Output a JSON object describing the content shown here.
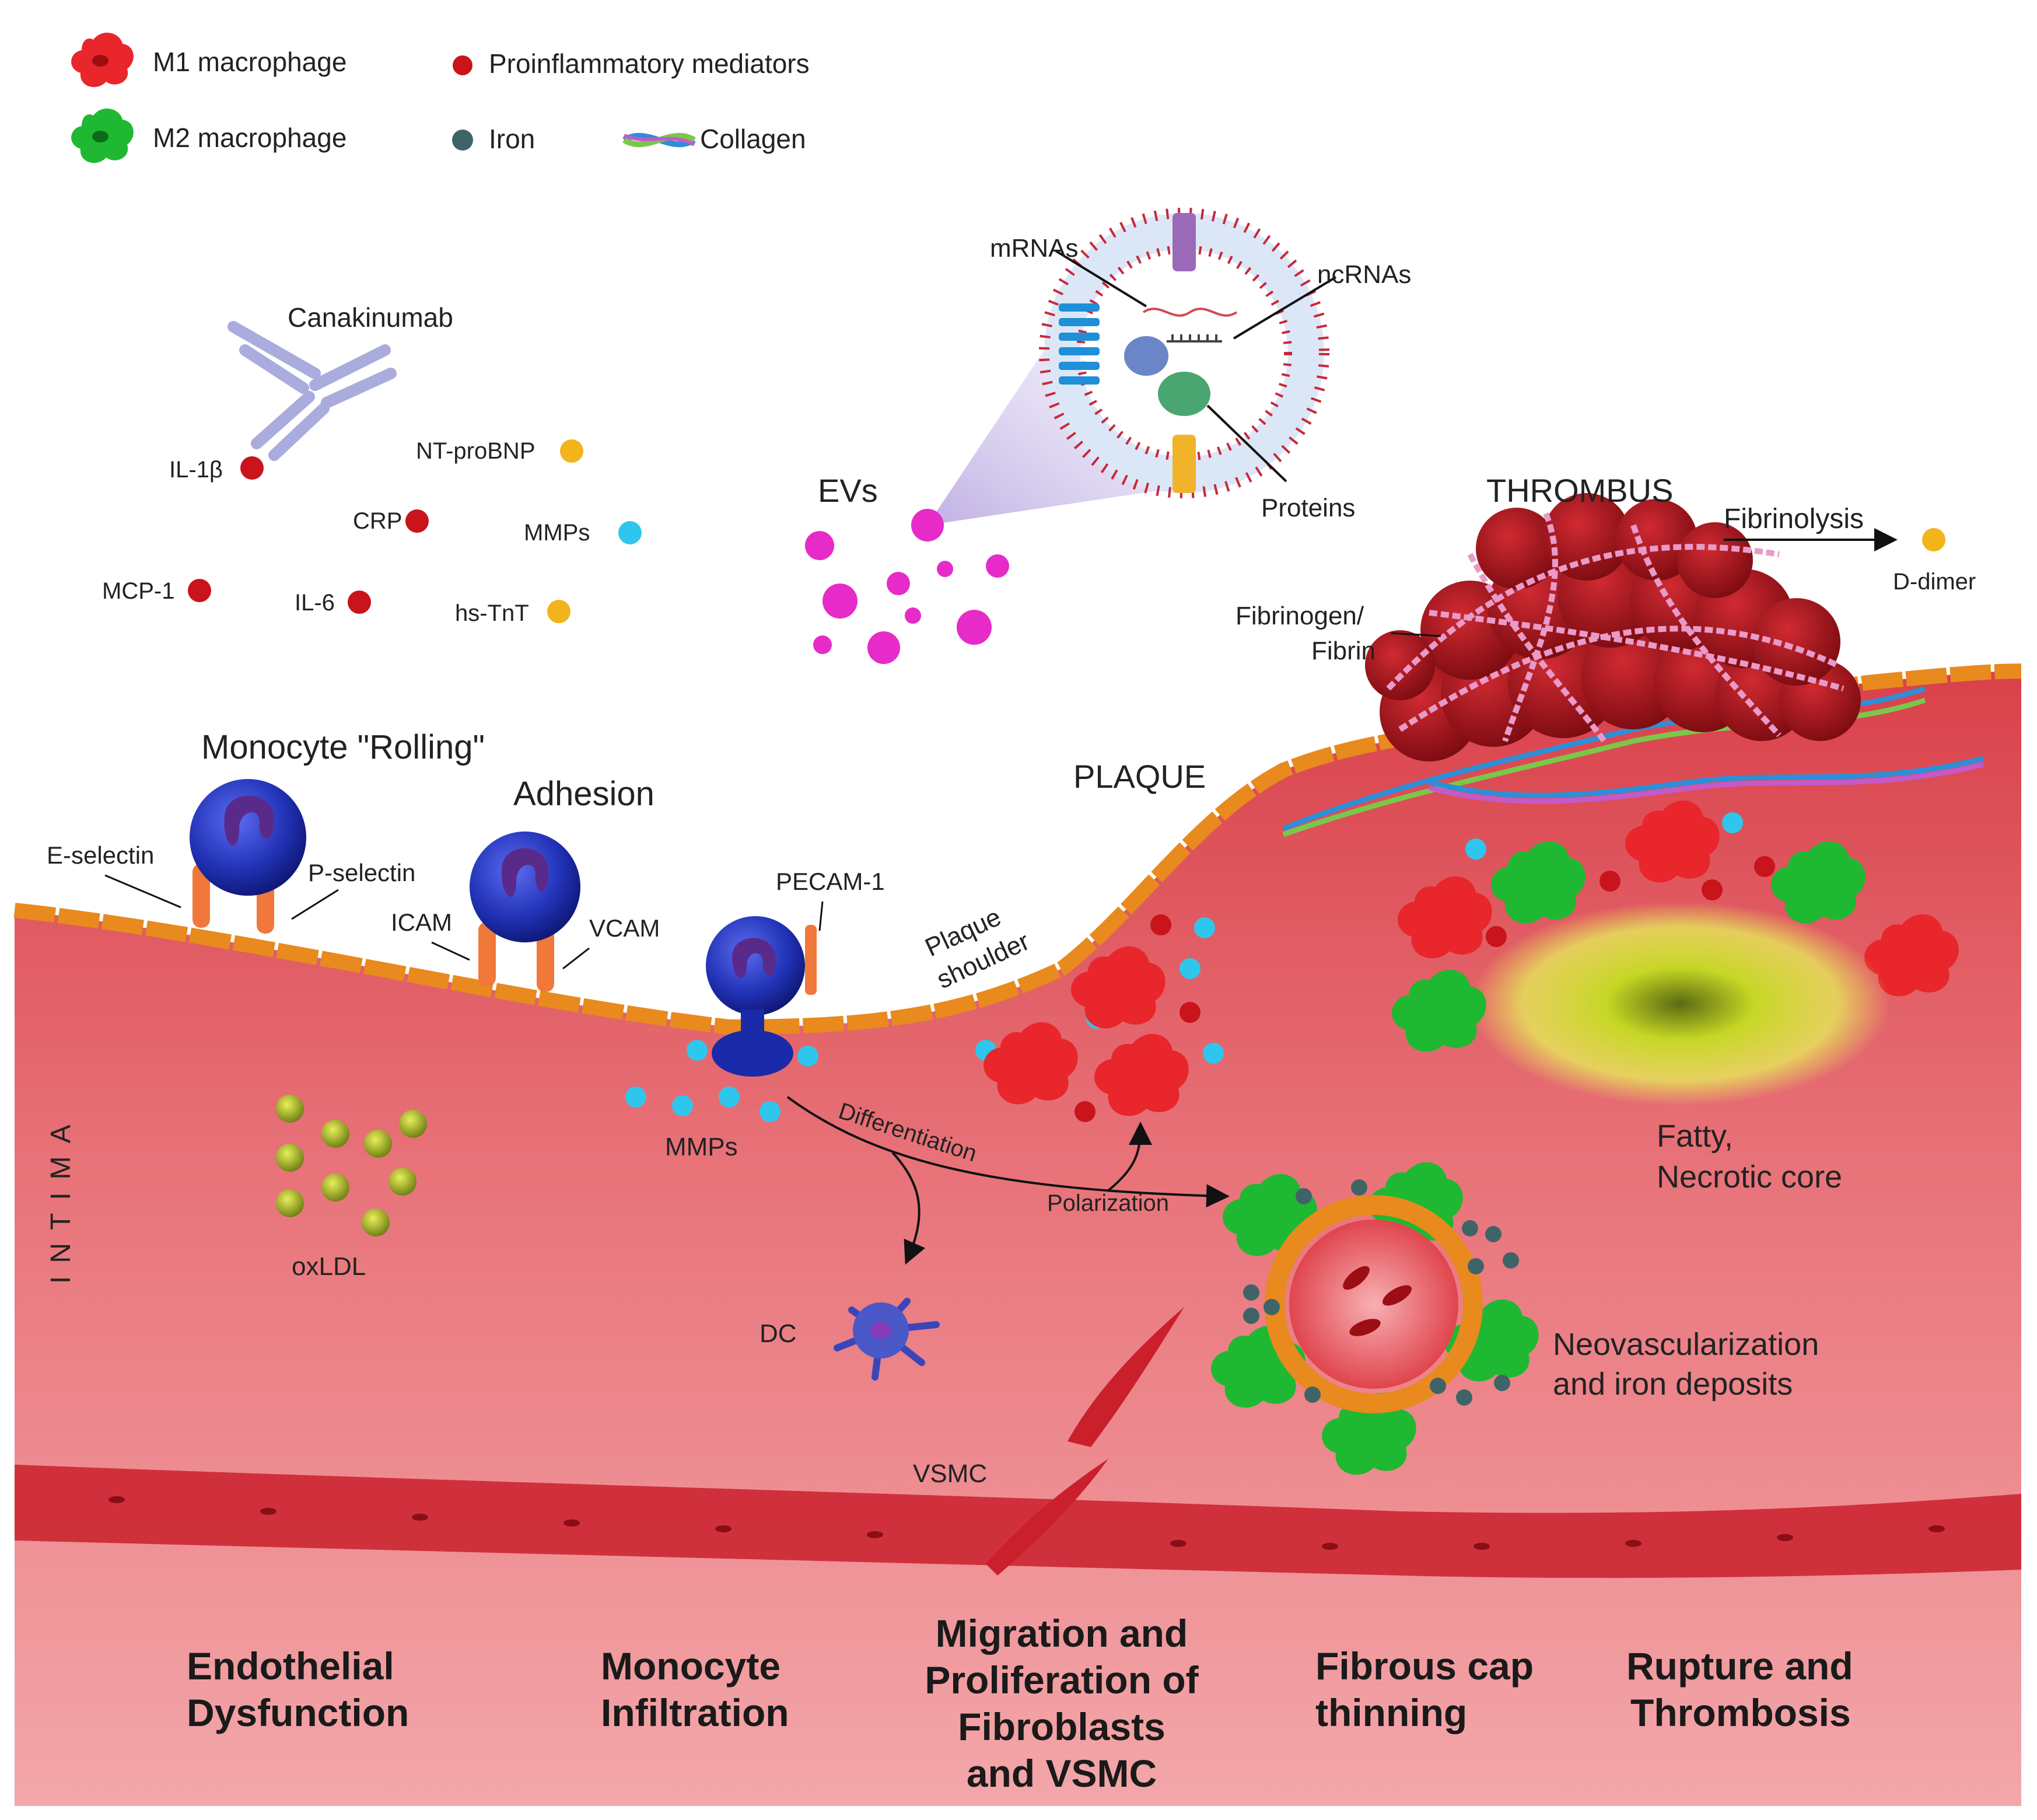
{
  "legend": {
    "m1": "M1 macrophage",
    "m2": "M2 macrophage",
    "proinflammatory": "Proinflammatory mediators",
    "iron": "Iron",
    "collagen": "Collagen"
  },
  "biomarkers": {
    "canakinumab": "Canakinumab",
    "il1b": "IL-1β",
    "ntprobnp": "NT-proBNP",
    "crp": "CRP",
    "mmps": "MMPs",
    "mcp1": "MCP-1",
    "il6": "IL-6",
    "hstnt": "hs-TnT"
  },
  "vesicle": {
    "mrnas": "mRNAs",
    "ncrnas": "ncRNAs",
    "proteins": "Proteins",
    "evs": "EVs"
  },
  "thrombus": {
    "title": "THROMBUS",
    "fibrinolysis": "Fibrinolysis",
    "ddimer": "D-dimer",
    "fibrinogen_line1": "Fibrinogen/",
    "fibrinogen_line2": "Fibrin"
  },
  "vessel": {
    "rolling": "Monocyte \"Rolling\"",
    "adhesion": "Adhesion",
    "plaque": "PLAQUE",
    "e_selectin": "E-selectin",
    "p_selectin": "P-selectin",
    "icam": "ICAM",
    "vcam": "VCAM",
    "pecam": "PECAM-1",
    "plaque_shoulder_1": "Plaque",
    "plaque_shoulder_2": "shoulder",
    "intima": "INTIMA",
    "oxldl": "oxLDL",
    "mmps": "MMPs",
    "differentiation": "Differentiation",
    "polarization": "Polarization",
    "dc": "DC",
    "vsmc": "VSMC",
    "fatty_1": "Fatty,",
    "fatty_2": "Necrotic core",
    "neo_1": "Neovascularization",
    "neo_2": "and iron deposits"
  },
  "stages": {
    "s1_l1": "Endothelial",
    "s1_l2": "Dysfunction",
    "s2_l1": "Monocyte",
    "s2_l2": "Infiltration",
    "s3_l1": "Migration and",
    "s3_l2": "Proliferation of",
    "s3_l3": "Fibroblasts",
    "s3_l4": "and VSMC",
    "s4_l1": "Fibrous cap",
    "s4_l2": "thinning",
    "s5_l1": "Rupture and",
    "s5_l2": "Thrombosis"
  },
  "colors": {
    "m1": "#e8262b",
    "m2": "#1fb832",
    "proinflammatory": "#c8141a",
    "iron": "#3f6468",
    "mmp": "#2fc6ee",
    "yellow_marker": "#f2b31b",
    "ev": "#e62bc8",
    "vessel": "#e05a62",
    "endothelium": "#e88a1e",
    "monocyte": "#1a2aa8",
    "thrombus": "#9a1318"
  }
}
